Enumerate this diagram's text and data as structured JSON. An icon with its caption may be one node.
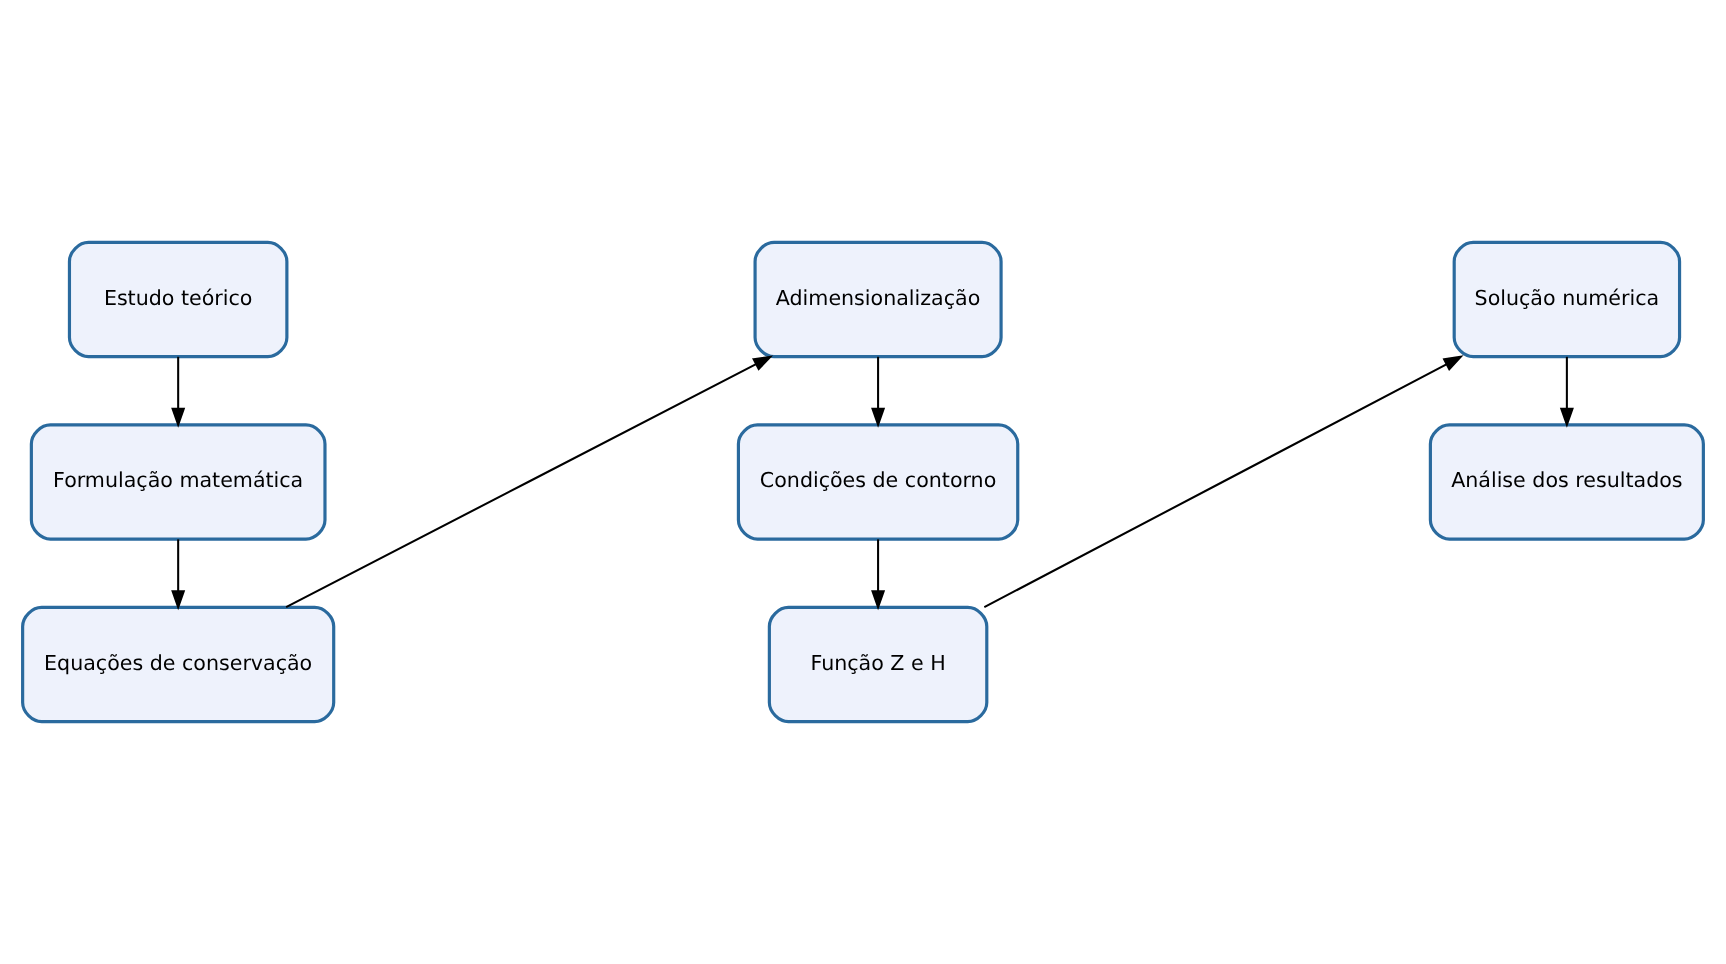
{
  "diagram": {
    "nodes": [
      {
        "text": [
          "Estudo teórico"
        ]
      },
      {
        "text": [
          "Formulação matemática"
        ]
      },
      {
        "text": [
          "Equações de conservação"
        ]
      },
      {
        "text": [
          "Adimensionalização"
        ]
      },
      {
        "text": [
          "Condições de contorno"
        ]
      },
      {
        "text": [
          "Função Z e H"
        ]
      },
      {
        "text": [
          "Solução numérica"
        ]
      },
      {
        "text": [
          "Análise dos resultados"
        ]
      }
    ],
    "edges": [
      {
        "from": 0,
        "to": 1,
        "arrow": "to"
      },
      {
        "from": 1,
        "to": 2,
        "arrow": "to"
      },
      {
        "from": 2,
        "to": 3,
        "arrow": "to"
      },
      {
        "from": 3,
        "to": 4,
        "arrow": "to"
      },
      {
        "from": 4,
        "to": 5,
        "arrow": "to"
      },
      {
        "from": 5,
        "to": 6,
        "arrow": "to"
      },
      {
        "from": 6,
        "to": 7,
        "arrow": "to"
      }
    ]
  }
}
